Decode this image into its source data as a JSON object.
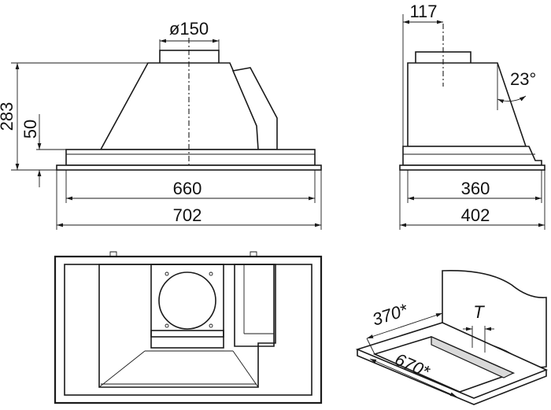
{
  "dimensions": {
    "duct_diameter": "ø150",
    "height_total": "283",
    "height_base": "50",
    "width_inner": "660",
    "width_outer": "702",
    "depth_offset": "117",
    "angle": "23°",
    "depth_inner": "360",
    "depth_outer": "402",
    "cutout_depth": "370*",
    "cutout_width": "670*",
    "thickness": "T"
  }
}
